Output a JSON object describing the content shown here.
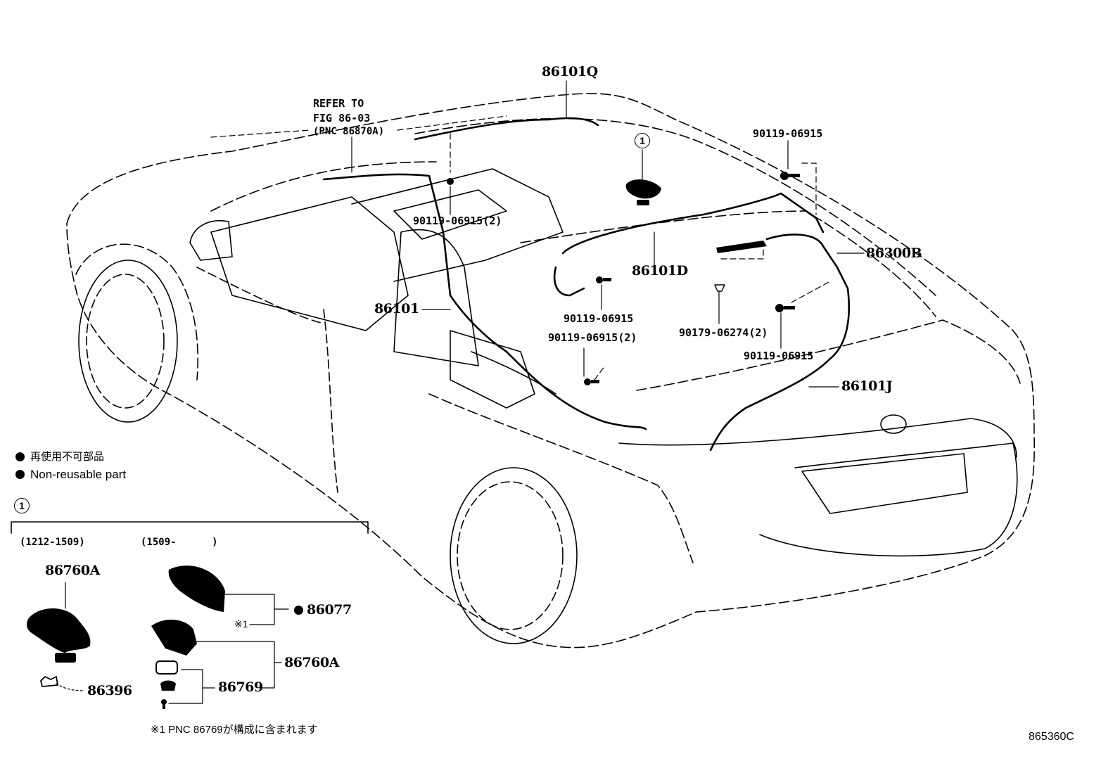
{
  "refer_note": {
    "line1": "REFER TO",
    "line2": "FIG 86-03",
    "line3": "(PNC 86870A)"
  },
  "callouts": {
    "antenna_marker": "1",
    "detail_marker": "1"
  },
  "part_labels": {
    "p86101Q": "86101Q",
    "p86101D": "86101D",
    "p86101": "86101",
    "p86300B": "86300B",
    "p86101J": "86101J",
    "bolt_top_right": "90119-06915",
    "bolt_dash_2": "90119-06915(2)",
    "bolt_center": "90119-06915",
    "bolt_lower_2": "90119-06915(2)",
    "clip_2": "90179-06274(2)",
    "bolt_trunk": "90119-06915"
  },
  "legend": {
    "jp": "再使用不可部品",
    "en": "Non-reusable part"
  },
  "detail": {
    "range_a": "(1212-1509)",
    "range_b": "(1509-      )",
    "p86760A_left": "86760A",
    "p86396": "86396",
    "p86077": "86077",
    "note_mark": "※1",
    "p86760A_right": "86760A",
    "p86769": "86769",
    "footnote": "※1 PNC 86769が構成に含まれます"
  },
  "figure_id": "865360C"
}
